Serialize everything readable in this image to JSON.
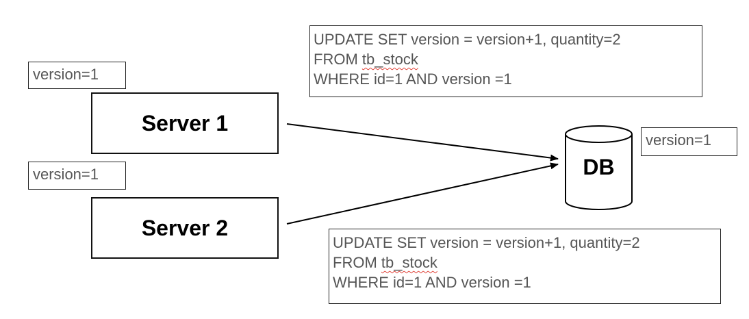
{
  "server1": {
    "label": "Server 1",
    "version_tag": "version=1"
  },
  "server2": {
    "label": "Server 2",
    "version_tag": "version=1"
  },
  "db": {
    "label": "DB",
    "version_tag": "version=1"
  },
  "query1": {
    "line1": "UPDATE SET version = version+1, quantity=2",
    "line2_prefix": "FROM ",
    "line2_table": "tb_stock",
    "line3": "WHERE id=1 AND version =1"
  },
  "query2": {
    "line1": "UPDATE SET version = version+1, quantity=2",
    "line2_prefix": "FROM ",
    "line2_table": "tb_stock",
    "line3": "WHERE id=1 AND version =1"
  }
}
